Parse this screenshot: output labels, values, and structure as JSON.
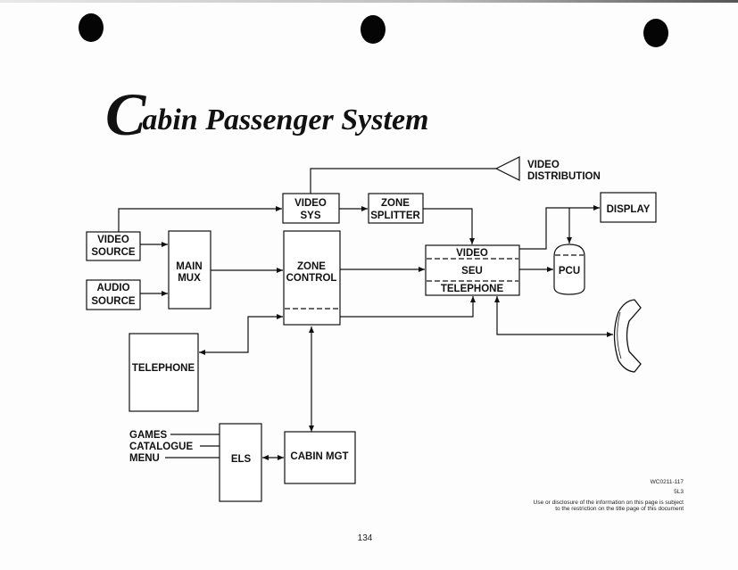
{
  "title": {
    "initial": "C",
    "rest": "abin Passenger System"
  },
  "blocks": {
    "video_source": [
      "VIDEO",
      "SOURCE"
    ],
    "audio_source": [
      "AUDIO",
      "SOURCE"
    ],
    "main_mux": [
      "MAIN",
      "MUX"
    ],
    "video_sys": [
      "VIDEO",
      "SYS"
    ],
    "zone_splitter": [
      "ZONE",
      "SPLITTER"
    ],
    "zone_control": [
      "ZONE",
      "CONTROL"
    ],
    "seu_video": "VIDEO",
    "seu": "SEU",
    "seu_telephone": "TELEPHONE",
    "display": "DISPLAY",
    "pcu": "PCU",
    "telephone": "TELEPHONE",
    "els": "ELS",
    "cabin_mgt": "CABIN MGT",
    "video_distribution": [
      "VIDEO",
      "DISTRIBUTION"
    ],
    "els_inputs": [
      "GAMES",
      "CATALOGUE",
      "MENU"
    ]
  },
  "connections": [
    {
      "from": "VIDEO SOURCE",
      "to": "MAIN MUX"
    },
    {
      "from": "AUDIO SOURCE",
      "to": "MAIN MUX"
    },
    {
      "from": "VIDEO SOURCE",
      "to": "VIDEO SYS"
    },
    {
      "from": "VIDEO SYS",
      "to": "VIDEO DISTRIBUTION"
    },
    {
      "from": "VIDEO SYS",
      "to": "ZONE SPLITTER"
    },
    {
      "from": "ZONE SPLITTER",
      "to": "SEU VIDEO"
    },
    {
      "from": "MAIN MUX",
      "to": "ZONE CONTROL"
    },
    {
      "from": "ZONE CONTROL",
      "to": "SEU"
    },
    {
      "from": "ZONE CONTROL",
      "to": "SEU TELEPHONE"
    },
    {
      "from": "TELEPHONE",
      "to": "ZONE CONTROL",
      "bidirectional": true
    },
    {
      "from": "ZONE CONTROL",
      "to": "CABIN MGT",
      "bidirectional": true
    },
    {
      "from": "ELS",
      "to": "CABIN MGT",
      "bidirectional": true
    },
    {
      "from": "SEU VIDEO",
      "to": "DISPLAY"
    },
    {
      "from": "SEU VIDEO",
      "to": "PCU"
    },
    {
      "from": "SEU",
      "to": "PCU"
    },
    {
      "from": "SEU TELEPHONE",
      "to": "HANDSET",
      "bidirectional": true
    }
  ],
  "footer": {
    "doc_code": "WC0211-117",
    "rev": "5L3",
    "notice_line1": "Use or disclosure of the information on this page is subject",
    "notice_line2": "to the restriction on the title page of this document",
    "page_number": "134"
  }
}
